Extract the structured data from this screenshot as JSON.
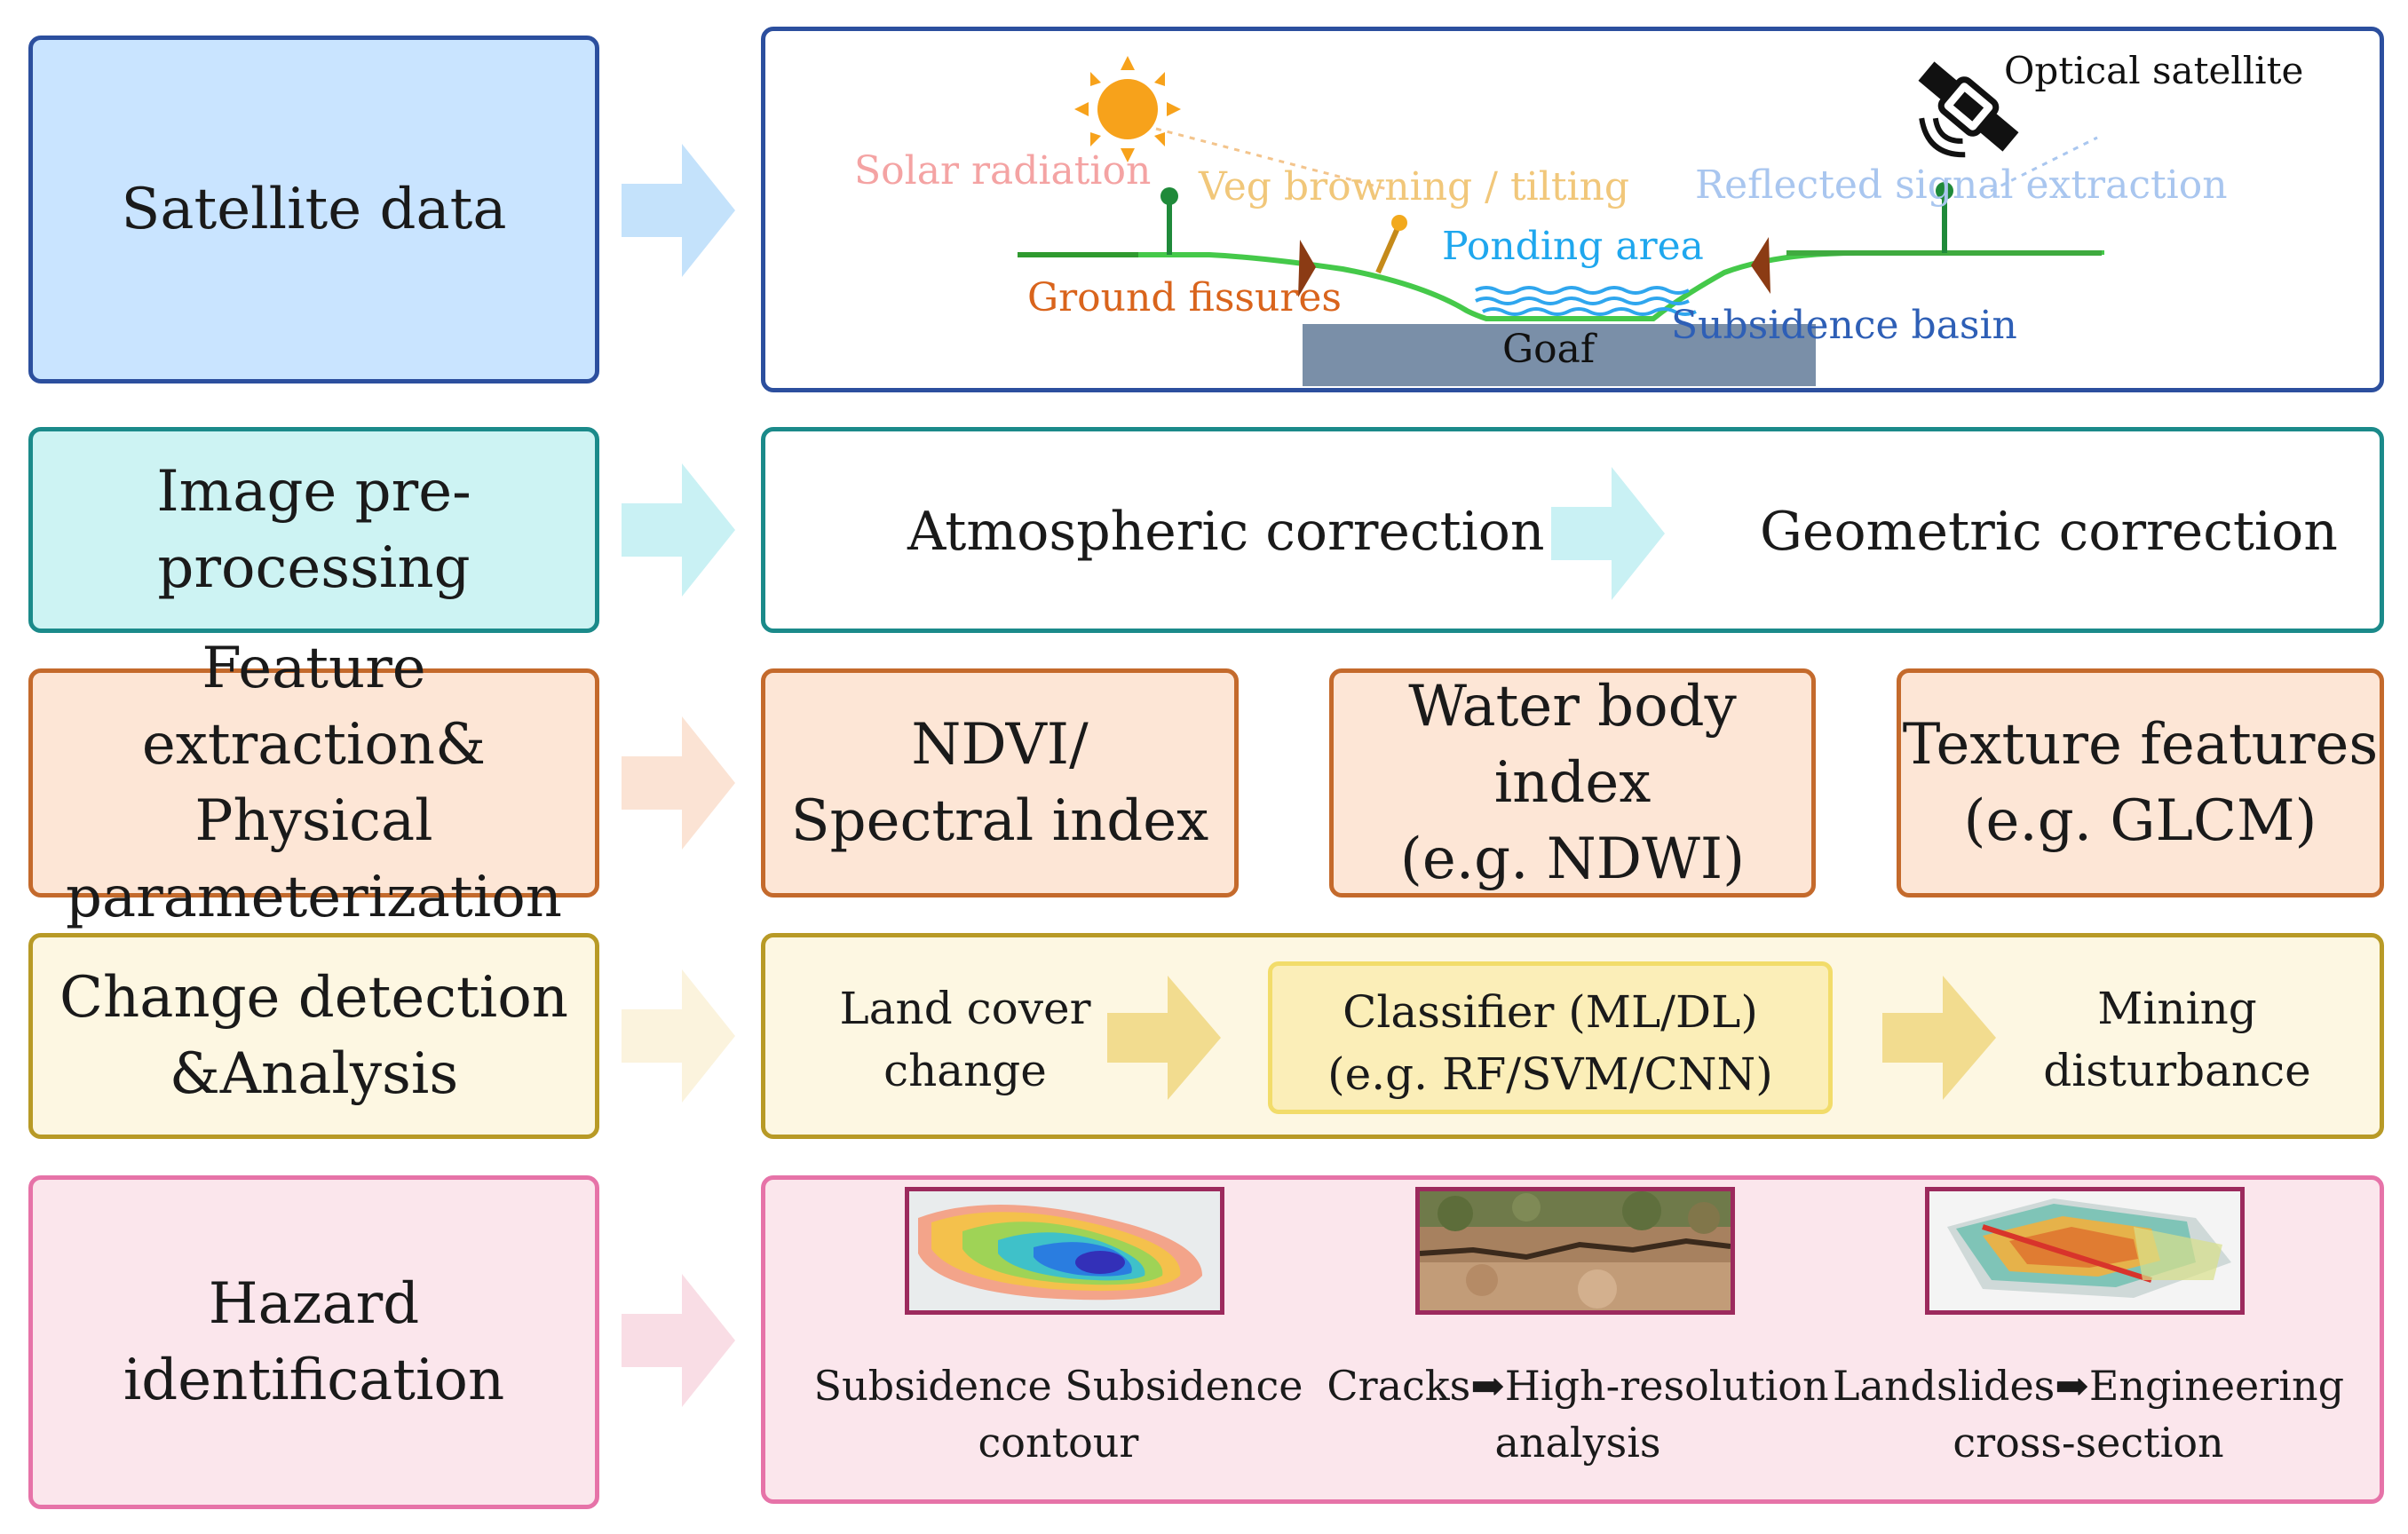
{
  "stages": {
    "satellite": {
      "label": "Satellite data",
      "fill": "#c9e4ff",
      "border": "#2c4f9e",
      "arrow": "#c4e2fb"
    },
    "preprocessing": {
      "label": "Image pre-\nprocessing",
      "fill": "#cdf3f3",
      "border": "#1b8a8a",
      "arrow": "#c9f1f4"
    },
    "features": {
      "label": "Feature extraction&\nPhysical\nparameterization",
      "fill": "#fde6d6",
      "border": "#c46a2c",
      "arrow": "#fbe3d4"
    },
    "change": {
      "label": "Change detection\n&Analysis",
      "fill": "#fdf7e2",
      "border": "#b89a26",
      "arrow": "#fbf3dd"
    },
    "hazard": {
      "label": "Hazard\nidentification",
      "fill": "#fbe6ec",
      "border": "#e673a8",
      "arrow": "#f9dde5"
    }
  },
  "satellite_scene": {
    "solar_radiation": "Solar radiation",
    "veg_browning": "Veg browning / tilting",
    "optical_satellite": "Optical satellite",
    "reflected_signal": "Reflected signal extraction",
    "ponding_area": "Ponding area",
    "ground_fissures": "Ground fissures",
    "subsidence_basin": "Subsidence basin",
    "goaf": "Goaf"
  },
  "preprocessing_steps": {
    "atmospheric": "Atmospheric correction",
    "geometric": "Geometric correction"
  },
  "feature_boxes": {
    "ndvi": "NDVI/\nSpectral index",
    "water": "Water body\nindex\n(e.g. NDWI)",
    "texture": "Texture features\n(e.g. GLCM)"
  },
  "change_steps": {
    "land_cover": "Land cover\nchange",
    "classifier": "Classifier (ML/DL)\n(e.g. RF/SVM/CNN)",
    "mining": "Mining\ndisturbance"
  },
  "hazard_items": {
    "subsidence": "Subsidence  Subsidence\ncontour",
    "cracks": "Cracks➡High-resolution\nanalysis",
    "landslides": "Landslides➡Engineering\ncross-section"
  },
  "colors": {
    "solar_text": "#f4a3a3",
    "veg_text": "#f1c77a",
    "reflected_text": "#a9c6ef",
    "ponding_text": "#1fa7ee",
    "fissure_text": "#d9641c",
    "basin_text": "#2e5fb6",
    "ground_line": "#3fbf3f",
    "goaf_fill": "#7a8fa8"
  }
}
